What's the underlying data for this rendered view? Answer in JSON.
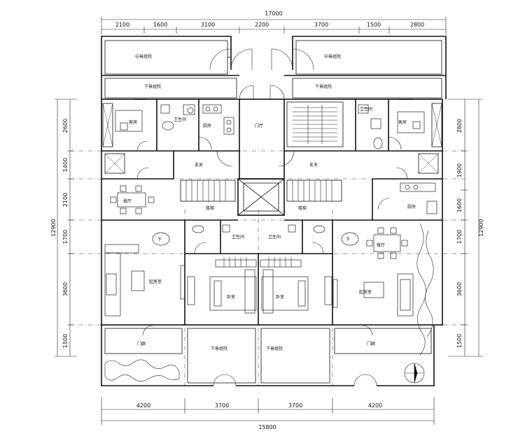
{
  "dimensions": {
    "top_total": "17000",
    "top_segments": [
      "2100",
      "1600",
      "3100",
      "2200",
      "3700",
      "1500",
      "2800"
    ],
    "bottom_segments": [
      "4200",
      "3700",
      "3700",
      "4200"
    ],
    "bottom_total": "15800",
    "left_segments": [
      "2600",
      "1400",
      "2100",
      "1700",
      "3600",
      "1500"
    ],
    "left_total": "12900",
    "right_segments": [
      "2600",
      "1900",
      "1600",
      "1700",
      "3600",
      "1500"
    ],
    "right_total": "12900"
  },
  "rooms": {
    "top_left_yard": "中景庭院",
    "top_right_yard": "中景庭院",
    "upper_left_yard": "下景庭院",
    "upper_right_yard": "下景庭院",
    "left_bedroom": "客房",
    "left_bath": "卫生间",
    "left_kitchen": "厨房",
    "hall": "门厅",
    "right_bath": "卫生间",
    "right_bedroom": "客房",
    "left_foyer": "玄关",
    "right_foyer": "玄关",
    "left_dining": "餐厅",
    "right_kitchen": "厨房",
    "left_stair_label": "楼梯",
    "right_stair_label": "楼梯",
    "left_down": "下",
    "right_down": "下",
    "mid_bath_left": "卫生间",
    "mid_bath_right": "卫生间",
    "right_dining": "餐厅",
    "left_living": "起居室",
    "left_master": "卧室",
    "right_master": "卧室",
    "right_living": "起居室",
    "bottom_left_porch": "门廊",
    "bottom_mid_left_yard": "下景庭院",
    "bottom_mid_right_yard": "下景庭院",
    "bottom_right_porch": "门廊"
  }
}
